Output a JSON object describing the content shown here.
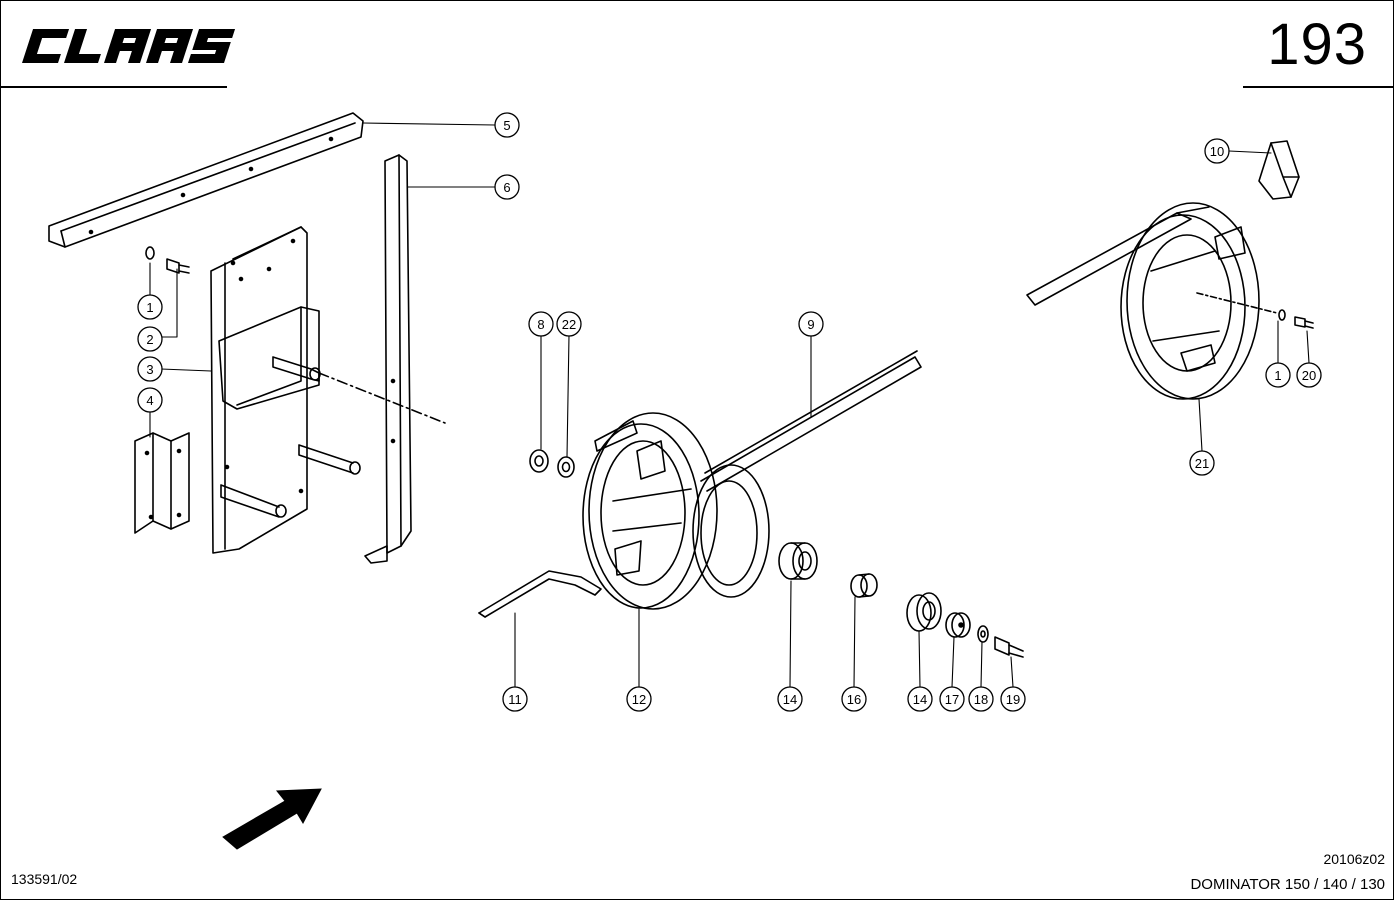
{
  "header": {
    "brand": "CLAAS",
    "page_number": "193"
  },
  "footer": {
    "drawing_number": "133591/02",
    "figure_code": "20106z02",
    "model": "DOMINATOR 150 / 140 / 130"
  },
  "callouts": [
    {
      "id": "5",
      "label": "5"
    },
    {
      "id": "6",
      "label": "6"
    },
    {
      "id": "1a",
      "label": "1"
    },
    {
      "id": "2",
      "label": "2"
    },
    {
      "id": "3",
      "label": "3"
    },
    {
      "id": "4",
      "label": "4"
    },
    {
      "id": "8",
      "label": "8"
    },
    {
      "id": "22",
      "label": "22"
    },
    {
      "id": "9",
      "label": "9"
    },
    {
      "id": "10",
      "label": "10"
    },
    {
      "id": "1b",
      "label": "1"
    },
    {
      "id": "20",
      "label": "20"
    },
    {
      "id": "21",
      "label": "21"
    },
    {
      "id": "11",
      "label": "11"
    },
    {
      "id": "12",
      "label": "12"
    },
    {
      "id": "14a",
      "label": "14"
    },
    {
      "id": "16",
      "label": "16"
    },
    {
      "id": "14b",
      "label": "14"
    },
    {
      "id": "17",
      "label": "17"
    },
    {
      "id": "18",
      "label": "18"
    },
    {
      "id": "19",
      "label": "19"
    }
  ]
}
